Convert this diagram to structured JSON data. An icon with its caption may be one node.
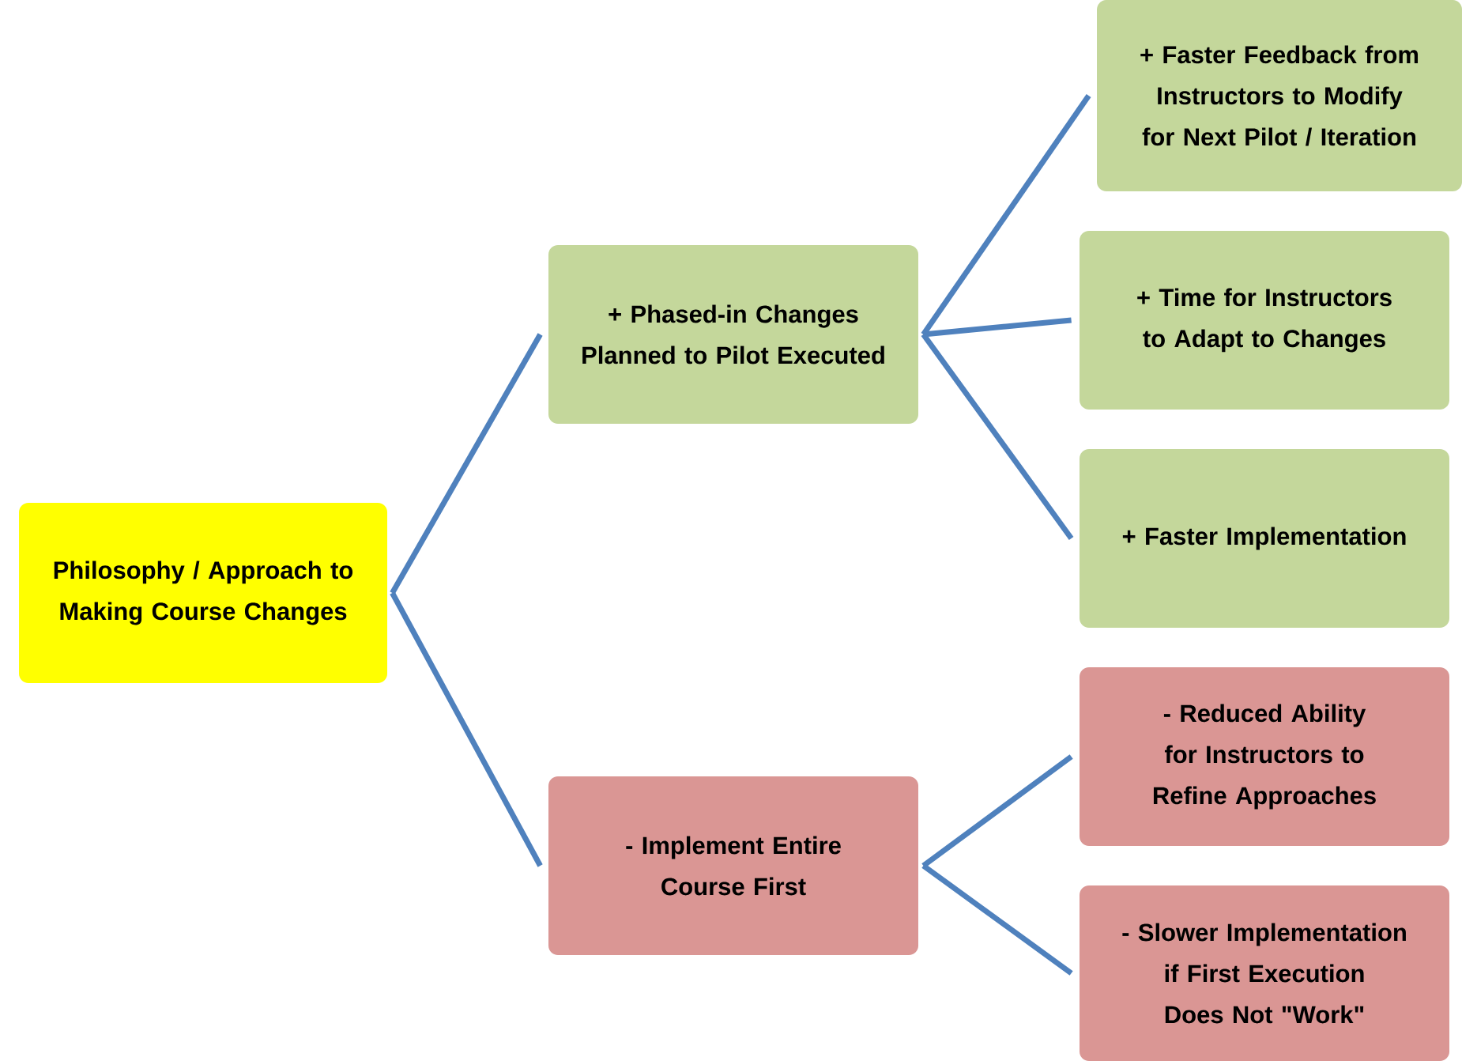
{
  "diagram": {
    "nodes": [
      {
        "text": [
          "Philosophy / Approach to Making Course Changes"
        ]
      },
      {
        "text": [
          "+ Phased-in Changes Planned to Pilot Executed"
        ]
      },
      {
        "text": [
          "- Implement Entire Course First"
        ]
      },
      {
        "text": [
          "+ Faster Feedback from Instructors to Modify for Next Pilot / Iteration"
        ]
      },
      {
        "text": [
          "+ Time for Instructors to Adapt to Changes"
        ]
      },
      {
        "text": [
          "+ Faster Implementation"
        ]
      },
      {
        "text": [
          "- Reduced Ability for Instructors to Refine Approaches"
        ]
      },
      {
        "text": [
          "- Slower Implementation if First Execution Does Not \"Work\""
        ]
      }
    ],
    "edges": [
      {
        "from": 0,
        "to": 1,
        "arrow": "none"
      },
      {
        "from": 0,
        "to": 2,
        "arrow": "none"
      },
      {
        "from": 1,
        "to": 3,
        "arrow": "none"
      },
      {
        "from": 1,
        "to": 4,
        "arrow": "none"
      },
      {
        "from": 1,
        "to": 5,
        "arrow": "none"
      },
      {
        "from": 2,
        "to": 6,
        "arrow": "none"
      },
      {
        "from": 2,
        "to": 7,
        "arrow": "none"
      }
    ]
  }
}
